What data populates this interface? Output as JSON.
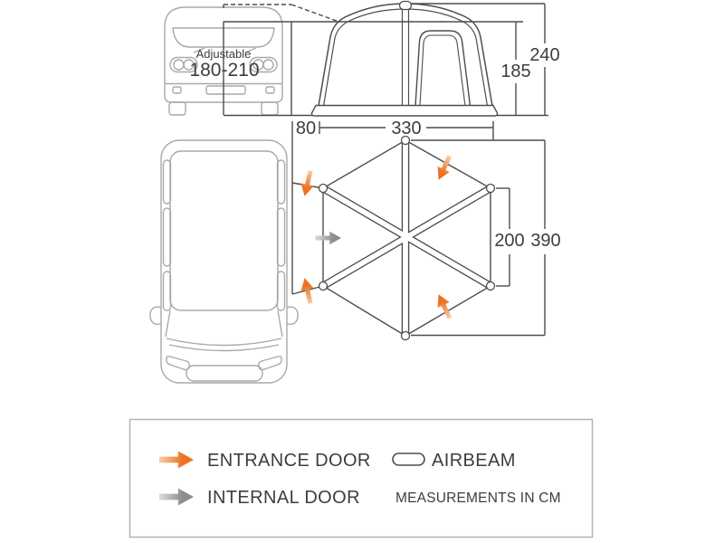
{
  "colors": {
    "diagram_line": "#4d4d4d",
    "vehicle_line": "#a9a9a9",
    "orange_arrow_tail": "#f9cda6",
    "orange_arrow_head": "#ed7120",
    "gray_arrow_tail": "#dcdcdc",
    "gray_arrow_head": "#8c8c8c",
    "legend_border": "#b3b3b3",
    "text": "#3d3d3d",
    "background": "#ffffff"
  },
  "front_view": {
    "van_note_line1": "Adjustable",
    "van_note_line2": "180-210",
    "wall_height": "185",
    "total_height": "240",
    "sleeve_length": "80",
    "awning_width": "330"
  },
  "floor_plan": {
    "door_opening_width": "200",
    "total_depth": "390"
  },
  "legend": {
    "entrance_door_label": "ENTRANCE DOOR",
    "internal_door_label": "INTERNAL DOOR",
    "airbeam_label": "AIRBEAM",
    "units_label": "MEASUREMENTS IN CM"
  }
}
